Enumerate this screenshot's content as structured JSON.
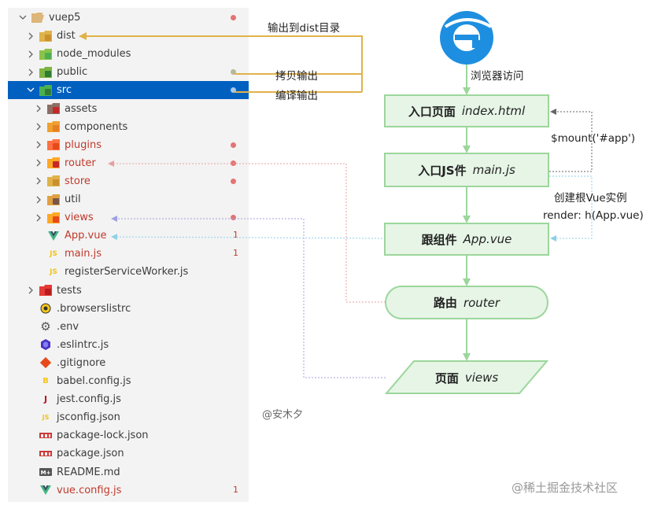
{
  "tree": [
    {
      "label": "vuep5",
      "depth": 0,
      "chev": "down",
      "icon": "folder-open-icon",
      "mark": "dot",
      "mark_color": "#e57373",
      "color": "#3b3b3b"
    },
    {
      "label": "dist",
      "depth": 1,
      "chev": "right",
      "icon": "folder-dist-icon",
      "mark": "",
      "color": "#3b3b3b"
    },
    {
      "label": "node_modules",
      "depth": 1,
      "chev": "right",
      "icon": "folder-node-icon",
      "mark": "",
      "color": "#3b3b3b"
    },
    {
      "label": "public",
      "depth": 1,
      "chev": "right",
      "icon": "folder-public-icon",
      "mark": "dot",
      "mark_color": "#b8b89a",
      "color": "#3b3b3b"
    },
    {
      "label": "src",
      "depth": 1,
      "chev": "down",
      "icon": "folder-src-icon",
      "mark": "dot",
      "mark_color": "#a8c8e8",
      "color": "#ffffff",
      "selected": true
    },
    {
      "label": "assets",
      "depth": 2,
      "chev": "right",
      "icon": "folder-assets-icon",
      "mark": "",
      "color": "#3b3b3b"
    },
    {
      "label": "components",
      "depth": 2,
      "chev": "right",
      "icon": "folder-components-icon",
      "mark": "",
      "color": "#3b3b3b"
    },
    {
      "label": "plugins",
      "depth": 2,
      "chev": "right",
      "icon": "folder-plugins-icon",
      "mark": "dot",
      "mark_color": "#e57373",
      "color": "#c0392b"
    },
    {
      "label": "router",
      "depth": 2,
      "chev": "right",
      "icon": "folder-router-icon",
      "mark": "dot",
      "mark_color": "#e57373",
      "color": "#c0392b"
    },
    {
      "label": "store",
      "depth": 2,
      "chev": "right",
      "icon": "folder-store-icon",
      "mark": "dot",
      "mark_color": "#e57373",
      "color": "#c0392b"
    },
    {
      "label": "util",
      "depth": 2,
      "chev": "right",
      "icon": "folder-util-icon",
      "mark": "",
      "color": "#3b3b3b"
    },
    {
      "label": "views",
      "depth": 2,
      "chev": "right",
      "icon": "folder-views-icon",
      "mark": "dot",
      "mark_color": "#e57373",
      "color": "#c0392b"
    },
    {
      "label": "App.vue",
      "depth": 2,
      "chev": "",
      "icon": "vue-file-icon",
      "mark": "num",
      "mark_text": "1",
      "mark_color": "#c0392b",
      "color": "#c0392b"
    },
    {
      "label": "main.js",
      "depth": 2,
      "chev": "",
      "icon": "js-file-icon",
      "mark": "num",
      "mark_text": "1",
      "mark_color": "#c0392b",
      "color": "#c0392b"
    },
    {
      "label": "registerServiceWorker.js",
      "depth": 2,
      "chev": "",
      "icon": "js-file-icon",
      "mark": "",
      "color": "#3b3b3b"
    },
    {
      "label": "tests",
      "depth": 1,
      "chev": "right",
      "icon": "folder-tests-icon",
      "mark": "",
      "color": "#3b3b3b"
    },
    {
      "label": ".browserslistrc",
      "depth": 1,
      "chev": "",
      "icon": "browserslist-icon",
      "mark": "",
      "color": "#3b3b3b"
    },
    {
      "label": ".env",
      "depth": 1,
      "chev": "",
      "icon": "gear-icon",
      "mark": "",
      "color": "#3b3b3b"
    },
    {
      "label": ".eslintrc.js",
      "depth": 1,
      "chev": "",
      "icon": "eslint-icon",
      "mark": "",
      "color": "#3b3b3b"
    },
    {
      "label": ".gitignore",
      "depth": 1,
      "chev": "",
      "icon": "git-icon",
      "mark": "",
      "color": "#3b3b3b"
    },
    {
      "label": "babel.config.js",
      "depth": 1,
      "chev": "",
      "icon": "babel-icon",
      "mark": "",
      "color": "#3b3b3b"
    },
    {
      "label": "jest.config.js",
      "depth": 1,
      "chev": "",
      "icon": "jest-icon",
      "mark": "",
      "color": "#3b3b3b"
    },
    {
      "label": "jsconfig.json",
      "depth": 1,
      "chev": "",
      "icon": "json-js-icon",
      "mark": "",
      "color": "#3b3b3b"
    },
    {
      "label": "package-lock.json",
      "depth": 1,
      "chev": "",
      "icon": "npm-icon",
      "mark": "",
      "color": "#3b3b3b"
    },
    {
      "label": "package.json",
      "depth": 1,
      "chev": "",
      "icon": "npm-icon",
      "mark": "",
      "color": "#3b3b3b"
    },
    {
      "label": "README.md",
      "depth": 1,
      "chev": "",
      "icon": "markdown-icon",
      "mark": "",
      "color": "#3b3b3b"
    },
    {
      "label": "vue.config.js",
      "depth": 1,
      "chev": "",
      "icon": "vue-config-icon",
      "mark": "num",
      "mark_text": "1",
      "mark_color": "#c0392b",
      "color": "#c0392b"
    }
  ],
  "flow": {
    "browser_label": "浏览器访问",
    "entry_page": {
      "bold": "入口页面",
      "italic": "index.html"
    },
    "entry_js": {
      "bold": "入口JS件",
      "italic": "main.js"
    },
    "root_component": {
      "bold": "跟组件",
      "italic": "App.vue"
    },
    "router_node": {
      "bold": "路由",
      "italic": "router"
    },
    "views_node": {
      "bold": "页面",
      "italic": "views"
    },
    "mount_label": "$mount('#app')",
    "create_root_label": "创建根Vue实例",
    "render_label": "render: h(App.vue)"
  },
  "annotations": {
    "output_to_dist": "输出到dist目录",
    "copy_output": "拷贝输出",
    "compile_output": "编译输出"
  },
  "watermark": {
    "author": "@安木夕",
    "site": "@稀土掘金技术社区"
  },
  "colors": {
    "selection": "#0060c0",
    "explorer_bg": "#f3f3f3",
    "node_fill": "#e6f5e6",
    "node_border": "#9cd69c",
    "green_arrow": "#9cd69c",
    "orange_line": "#e0b24a",
    "red_dotted": "#e8a0a0",
    "purple_dotted": "#a0a0e0",
    "blue_dotted": "#8ed0e8",
    "ie_blue": "#1e8fe0",
    "modified_red": "#c0392b"
  }
}
